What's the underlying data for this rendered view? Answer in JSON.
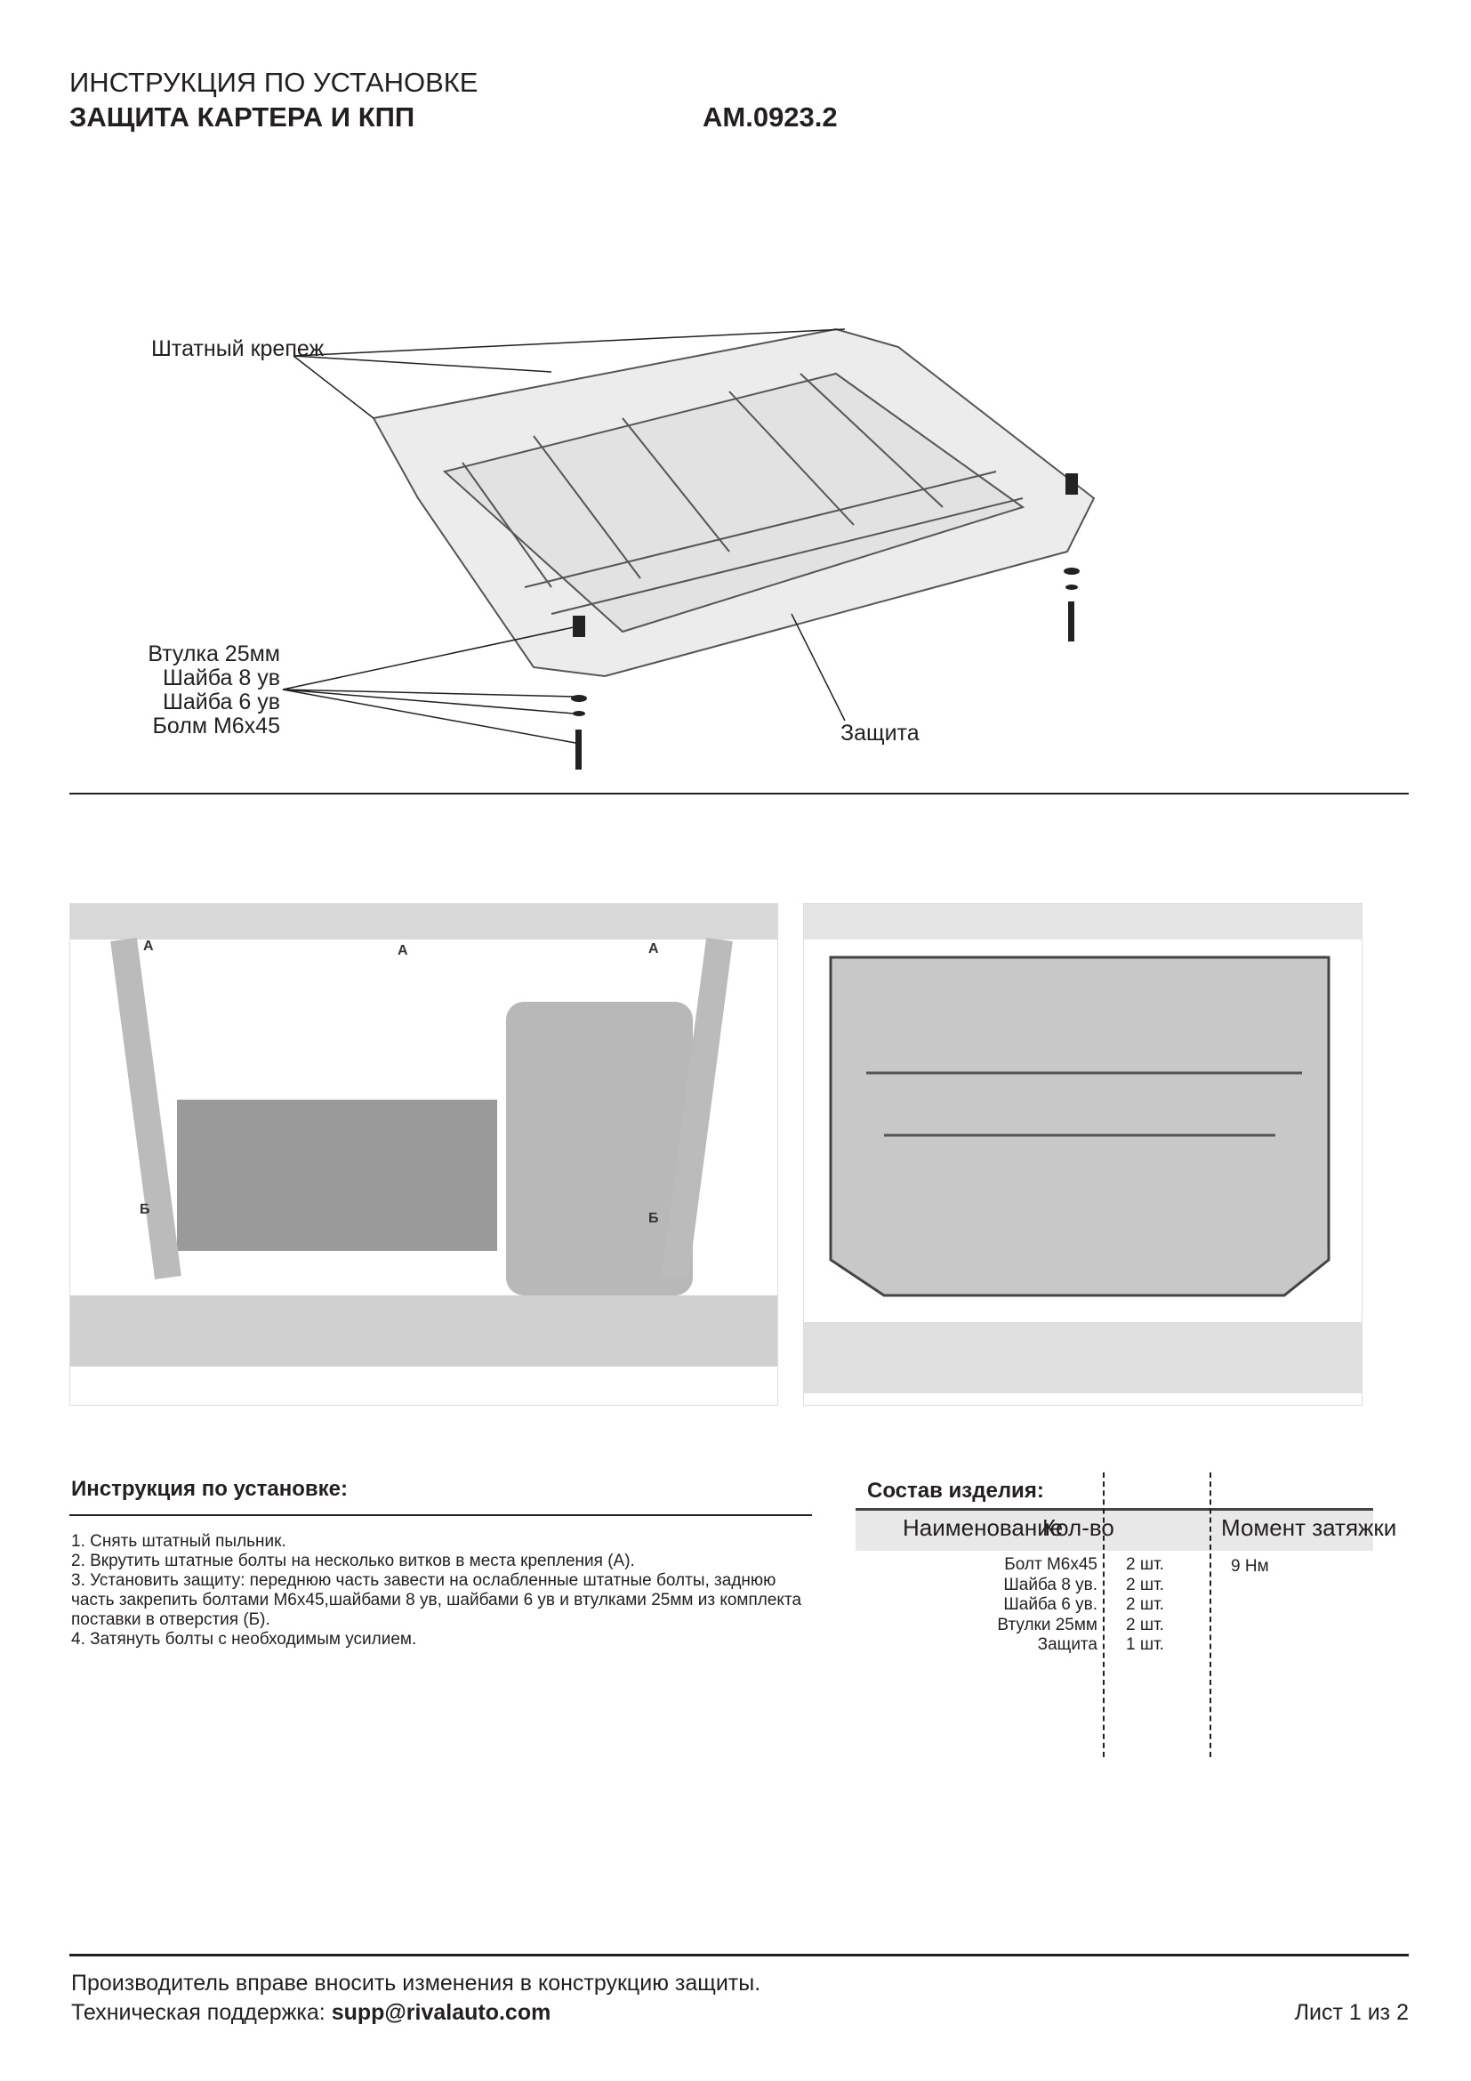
{
  "header": {
    "title_line1": "ИНСТРУКЦИЯ ПО УСТАНОВКЕ",
    "title_line2": "ЗАЩИТА КАРТЕРА И КПП",
    "article": "АМ.0923.2"
  },
  "diagram": {
    "labels": {
      "fasteners": "Штатный крепеж",
      "bushing": "Втулка 25мм",
      "washer8": "Шайба 8 ув",
      "washer6": "Шайба 6 ув",
      "bolt": "Болм М6х45",
      "guard": "Защита"
    }
  },
  "photos": {
    "left_markers": [
      "А",
      "А",
      "А",
      "Б",
      "Б"
    ]
  },
  "instructions": {
    "heading": "Инструкция по установке:",
    "steps": [
      "1. Снять штатный пыльник.",
      "2. Вкрутить штатные болты на несколько витков в места крепления (А).",
      "3. Установить защиту: переднюю часть завести на ослабленные штатные болты, заднюю часть закрепить болтами М6х45,шайбами 8 ув, шайбами 6 ув и втулками 25мм из комплекта поставки в отверстия (Б).",
      "4. Затянуть болты с необходимым усилием."
    ]
  },
  "parts": {
    "heading": "Состав изделия:",
    "columns": [
      "Наименование",
      "Кол-во",
      "Момент затяжки"
    ],
    "rows": [
      {
        "name": "Болт М6х45",
        "qty": "2 шт.",
        "torque": "9 Нм"
      },
      {
        "name": "Шайба 8 ув.",
        "qty": "2 шт.",
        "torque": ""
      },
      {
        "name": "Шайба 6 ув.",
        "qty": "2 шт.",
        "torque": ""
      },
      {
        "name": "Втулки 25мм",
        "qty": "2 шт.",
        "torque": ""
      },
      {
        "name": "Защита",
        "qty": "1 шт.",
        "torque": ""
      }
    ]
  },
  "footer": {
    "notice": "Производитель вправе вносить изменения в конструкцию защиты.",
    "support_label": "Техническая поддержка: ",
    "support_email": "supp@rivalauto.com",
    "page": "Лист 1 из 2"
  }
}
